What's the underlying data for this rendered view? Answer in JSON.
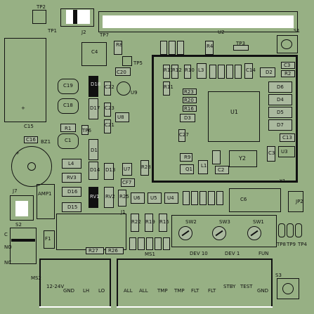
{
  "labels": {
    "tp2": "TP2",
    "tp1": "TP1",
    "j2": "J2",
    "u2": "U2",
    "s1": "S1",
    "c15": "C15",
    "plus": "+",
    "c4": "C4",
    "tp7": "TP7",
    "r8": "R8",
    "tp5": "TP5",
    "c20": "C20",
    "r4": "R4",
    "tp3": "TP3",
    "c19": "C19",
    "c18": "C18",
    "r1": "R1",
    "c1": "C1",
    "d18": "D18",
    "d17": "D17",
    "d1": "D1",
    "d14": "D14",
    "tp6": "TP6",
    "c22": "C22",
    "c23": "C23",
    "c21": "C21",
    "u9": "U9",
    "u8": "U8",
    "r13": "R13",
    "r12": "R12",
    "r10": "R10",
    "l3": "L3",
    "c14": "C14",
    "r11": "R11",
    "r23": "R23",
    "r20": "R20",
    "r16": "R16",
    "d3": "D3",
    "u1": "U1",
    "c27": "C27",
    "r9": "R9",
    "q1": "Q1",
    "l1": "L1",
    "c2": "C2",
    "y2": "Y2",
    "d2": "D2",
    "c3": "C3",
    "r2": "R2",
    "d6": "D6",
    "d4": "D4",
    "d5": "D5",
    "d7": "D7",
    "c13": "C13",
    "u3": "U3",
    "y1": "Y1",
    "c16": "C16",
    "bz1": "BZ1",
    "l4": "L4",
    "rv3": "RV3",
    "d16": "D16",
    "d15": "D15",
    "j7": "J7",
    "amp1": "AMP1",
    "rv1": "RV1",
    "rv2": "RV2",
    "d13": "D13",
    "r25": "R25",
    "j1": "J1",
    "u7": "U7",
    "cf7": "CF7",
    "r28": "R28",
    "u6": "U6",
    "u5": "U5",
    "u4": "U4",
    "c6": "C6",
    "jp2": "JP2",
    "r22": "R22",
    "r19": "R19",
    "r15": "R15",
    "ms1": "MS1",
    "s2": "S2",
    "c": "C",
    "no": "NO",
    "nc": "NC",
    "f1": "F1",
    "r27": "R27",
    "r26": "R26",
    "sw2": "SW2",
    "sw3": "SW3",
    "sw1": "SW1",
    "dev_10": "DEV 10",
    "dev_1": "DEV 1",
    "fun": "FUN",
    "tp8": "TP8",
    "tp9": "TP9",
    "tp4": "TP4",
    "s3": "S3",
    "ms2": "MS2"
  },
  "terminals": {
    "t1": "12-24V",
    "t2": "GND",
    "t3": "LH",
    "t4": "LO",
    "t5": "ALL",
    "t6": "ALL",
    "t7": "TMP",
    "t8": "TMP",
    "t9": "FLT",
    "t10": "FLT",
    "t11": "STBY",
    "t12": "TEST",
    "t13": "GND"
  },
  "colors": {
    "board": "#97b084",
    "silkscreen": "#111111",
    "pad_fill": "#aab99e",
    "white_parts": "#ffffff"
  }
}
